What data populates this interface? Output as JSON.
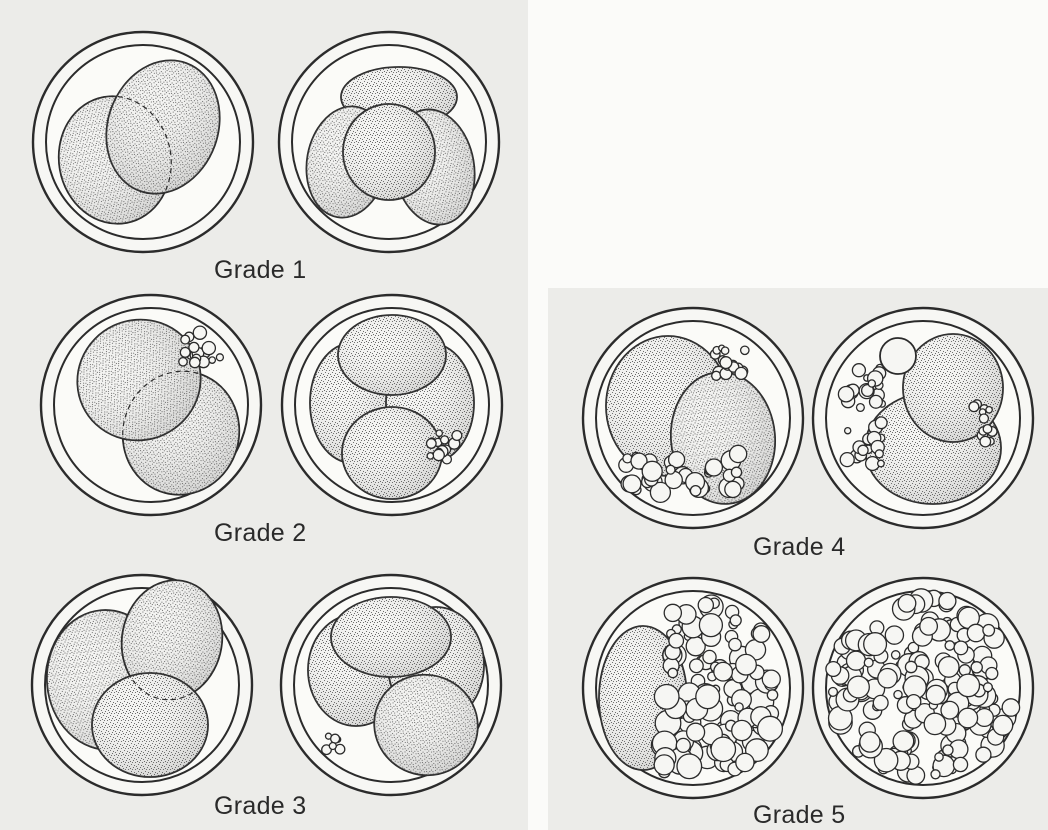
{
  "figure": {
    "background_color": "#fbfbf9",
    "paper_color": "#ecece9"
  },
  "grades": [
    {
      "label": "Grade 1"
    },
    {
      "label": "Grade 2"
    },
    {
      "label": "Grade 3"
    },
    {
      "label": "Grade 4"
    },
    {
      "label": "Grade 5"
    }
  ]
}
